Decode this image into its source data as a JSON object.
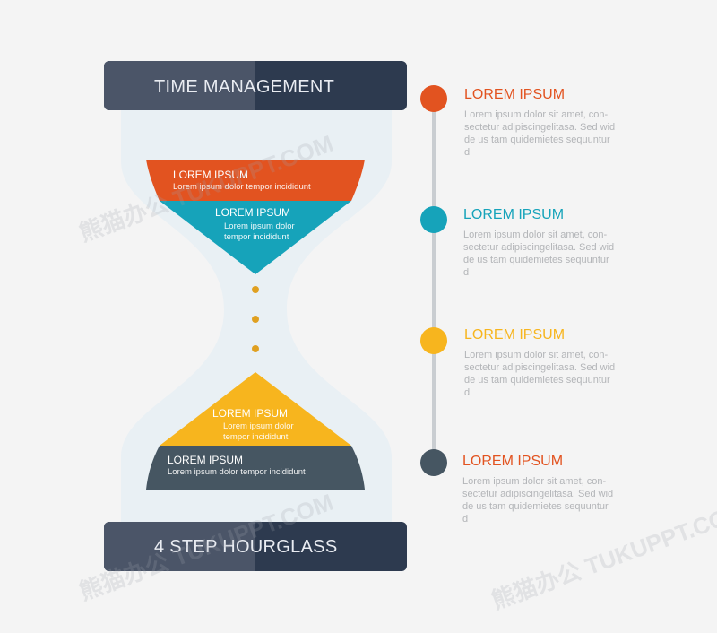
{
  "top_cap": {
    "title": "TIME MANAGEMENT"
  },
  "bottom_cap": {
    "title": "4 STEP HOURGLASS"
  },
  "segments": [
    {
      "title": "LOREM IPSUM",
      "desc": "Lorem ipsum dolor  tempor incididunt"
    },
    {
      "title": "LOREM IPSUM",
      "desc_line1": "Lorem ipsum dolor",
      "desc_line2": "tempor incididunt"
    },
    {
      "title": "LOREM IPSUM",
      "desc_line1": "Lorem ipsum dolor",
      "desc_line2": "tempor incididunt"
    },
    {
      "title": "LOREM IPSUM",
      "desc": "Lorem ipsum dolor  tempor incididunt"
    }
  ],
  "timeline": [
    {
      "title": "LOREM IPSUM",
      "line1": "Lorem ipsum dolor sit amet, con-",
      "line2": "sectetur adipiscingelitasa. Sed wid",
      "line3": "de us tam quidemietes sequuntur",
      "line4": "d",
      "color": "#e25320",
      "title_color": "#e25320"
    },
    {
      "title": "LOREM IPSUM",
      "line1": "Lorem ipsum dolor sit amet, con-",
      "line2": "sectetur adipiscingelitasa. Sed wid",
      "line3": "de us tam quidemietes sequuntur",
      "line4": "d",
      "color": "#16a3ba",
      "title_color": "#16a3ba"
    },
    {
      "title": "LOREM IPSUM",
      "line1": "Lorem ipsum dolor sit amet, con-",
      "line2": "sectetur adipiscingelitasa. Sed wid",
      "line3": "de us tam quidemietes sequuntur",
      "line4": "d",
      "color": "#f7b51e",
      "title_color": "#f7b51e"
    },
    {
      "title": "LOREM IPSUM",
      "line1": "Lorem ipsum dolor sit amet, con-",
      "line2": "sectetur adipiscingelitasa. Sed wid",
      "line3": "de us tam quidemietes sequuntur",
      "line4": "d",
      "color": "#465662",
      "title_color": "#e25320"
    }
  ],
  "colors": {
    "cap_dark": "#2d3a4f",
    "cap_light": "#4b5568",
    "glass": "#e8f0f4",
    "orange": "#e25320",
    "teal": "#16a3ba",
    "yellow": "#f7b51e",
    "slate": "#465662",
    "line": "#c9cdd1",
    "dot": "#e0a020"
  },
  "watermark": {
    "text_cjk": "熊猫办公",
    "text_latin": "TUKUPPT.COM"
  }
}
